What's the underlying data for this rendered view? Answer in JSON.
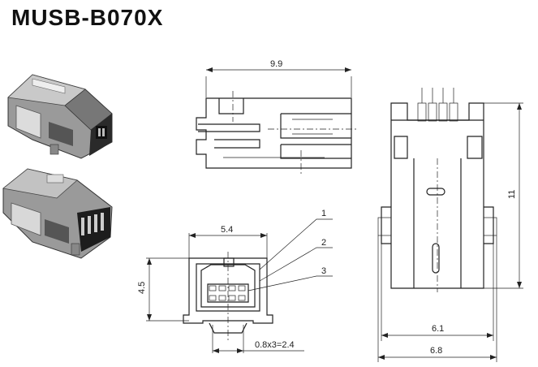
{
  "title": "MUSB-B070X",
  "dimensions": {
    "top_width": "9.9",
    "front_width": "5.4",
    "front_height": "4.5",
    "pitch": "0.8x3=2.4",
    "side_height": "11",
    "side_inner_width": "6.1",
    "side_outer_width": "6.8"
  },
  "callouts": [
    "1",
    "2",
    "3"
  ]
}
